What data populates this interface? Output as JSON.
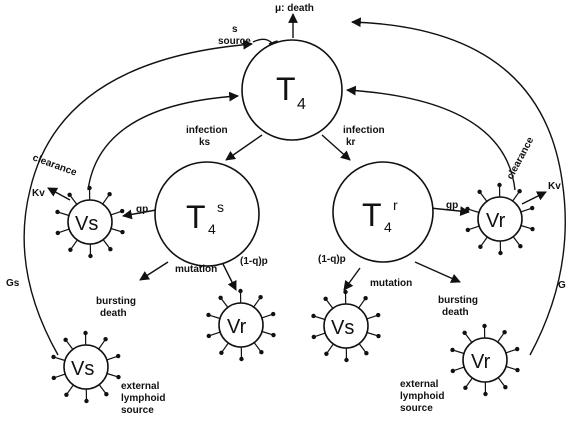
{
  "nodes": {
    "t4": {
      "main": "T",
      "sub": "4"
    },
    "t4s": {
      "main": "T",
      "sub": "4",
      "sup": "s"
    },
    "t4r": {
      "main": "T",
      "sub": "4",
      "sup": "r"
    },
    "vs": "Vs",
    "vr": "Vr"
  },
  "labels": {
    "death_mu": "μ: death",
    "source": [
      "s",
      "source"
    ],
    "infection_ks": [
      "infection",
      "ks"
    ],
    "infection_kr": [
      "infection",
      "kr"
    ],
    "gp_left": "gp",
    "gp_right": "gp",
    "clearance_left": "clearance",
    "clearance_right": "clearance",
    "kv_left": "Kv",
    "kv_right": "Kv",
    "mutation_left": "mutation",
    "mutation_right": "mutation",
    "q_left": "(1-q)p",
    "q_right": "(1-q)p",
    "bursting_left": [
      "bursting",
      "death"
    ],
    "bursting_right": [
      "bursting",
      "death"
    ],
    "gs": "Gs",
    "gr_partial": "G",
    "external_left": [
      "external",
      "lymphoid",
      "source"
    ],
    "external_right": [
      "external",
      "lymphoid",
      "source"
    ]
  }
}
